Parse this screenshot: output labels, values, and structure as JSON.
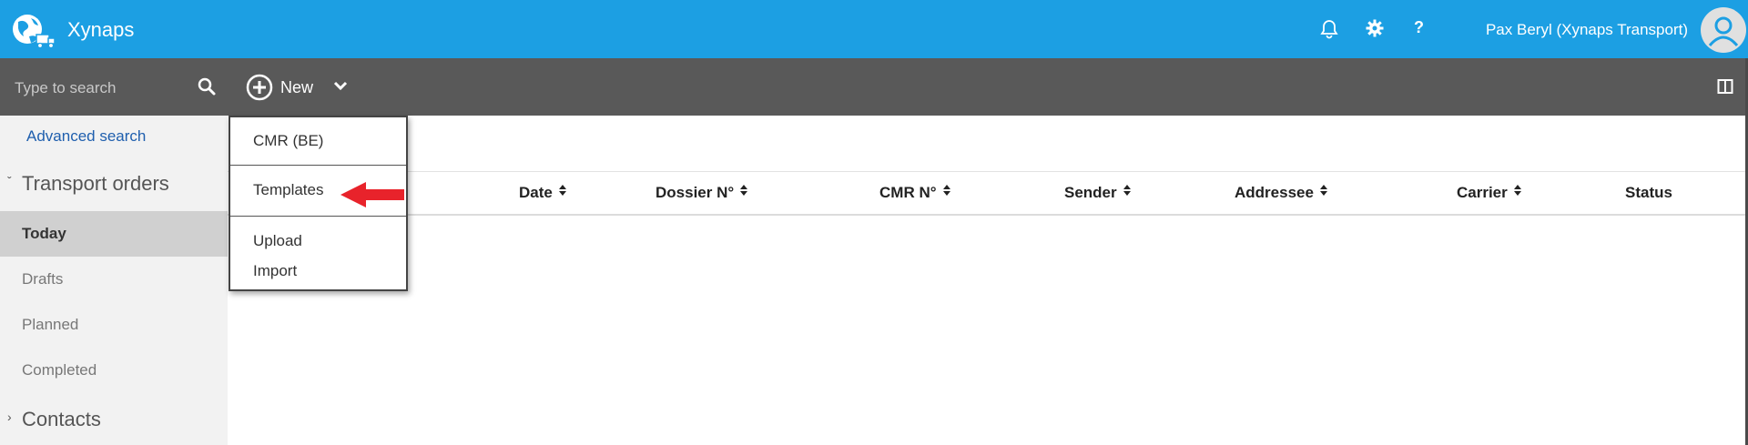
{
  "header": {
    "app_title": "Xynaps",
    "icons": [
      "bell-icon",
      "gear-icon",
      "help-icon"
    ],
    "help_glyph": "?",
    "user_name": "Pax Beryl (Xynaps Transport)",
    "color": "#1c9fe3"
  },
  "sidebar": {
    "search_placeholder": "Type to search",
    "advanced_search": "Advanced search",
    "sections": [
      {
        "label": "Transport orders",
        "expanded": true,
        "items": [
          {
            "label": "Today",
            "active": true
          },
          {
            "label": "Drafts"
          },
          {
            "label": "Planned"
          },
          {
            "label": "Completed"
          }
        ]
      },
      {
        "label": "Contacts",
        "expanded": false
      }
    ]
  },
  "toolbar": {
    "new_label": "New",
    "color": "#595959"
  },
  "new_menu": {
    "items": [
      "CMR (BE)",
      "Templates",
      "Upload",
      "Import"
    ],
    "highlighted": "Templates"
  },
  "table": {
    "columns": [
      {
        "label": "Date",
        "sortable": true
      },
      {
        "label": "Dossier N°",
        "sortable": true
      },
      {
        "label": "CMR N°",
        "sortable": true
      },
      {
        "label": "Sender",
        "sortable": true
      },
      {
        "label": "Addressee",
        "sortable": true
      },
      {
        "label": "Carrier",
        "sortable": true
      },
      {
        "label": "Status",
        "sortable": false
      }
    ]
  },
  "annotation": {
    "arrow_color": "#e8232b"
  }
}
